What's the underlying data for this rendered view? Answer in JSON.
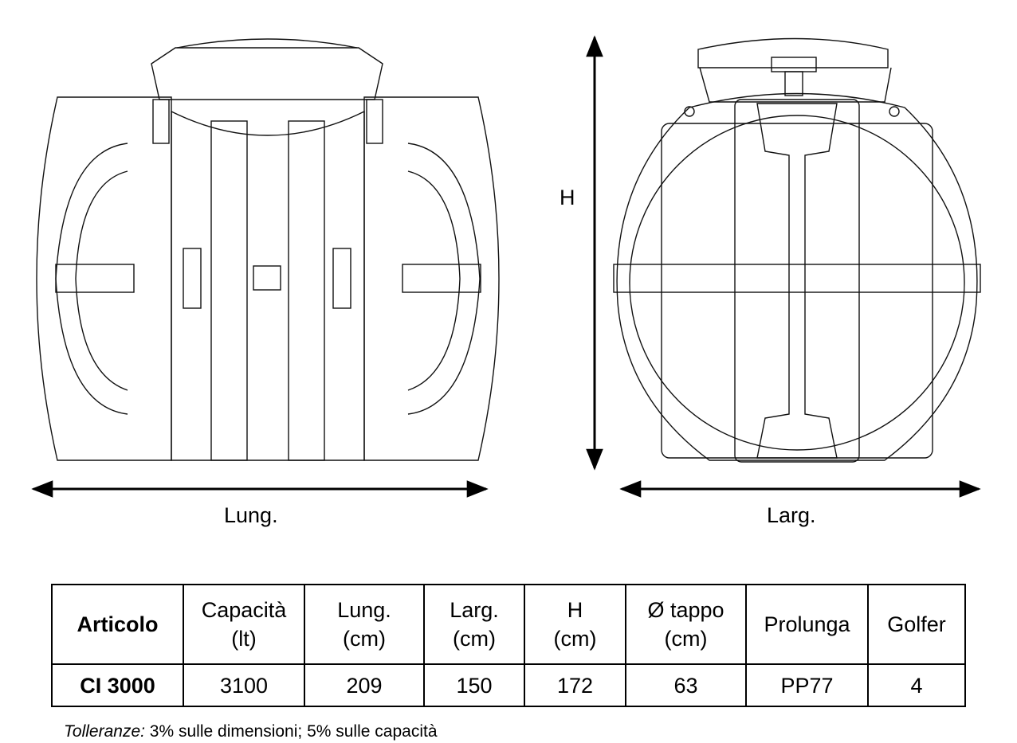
{
  "drawing": {
    "length_label": "Lung.",
    "height_label": "H",
    "width_label": "Larg."
  },
  "table": {
    "headers": [
      {
        "line1": "Articolo",
        "line2": ""
      },
      {
        "line1": "Capacità",
        "line2": "(lt)"
      },
      {
        "line1": "Lung.",
        "line2": "(cm)"
      },
      {
        "line1": "Larg.",
        "line2": "(cm)"
      },
      {
        "line1": "H",
        "line2": "(cm)"
      },
      {
        "line1": "Ø tappo",
        "line2": "(cm)"
      },
      {
        "line1": "Prolunga",
        "line2": ""
      },
      {
        "line1": "Golfer",
        "line2": ""
      }
    ],
    "rows": [
      [
        "CI 3000",
        "3100",
        "209",
        "150",
        "172",
        "63",
        "PP77",
        "4"
      ]
    ]
  },
  "note": {
    "label": "Tolleranze:",
    "text": " 3% sulle dimensioni; 5% sulle capacità"
  }
}
